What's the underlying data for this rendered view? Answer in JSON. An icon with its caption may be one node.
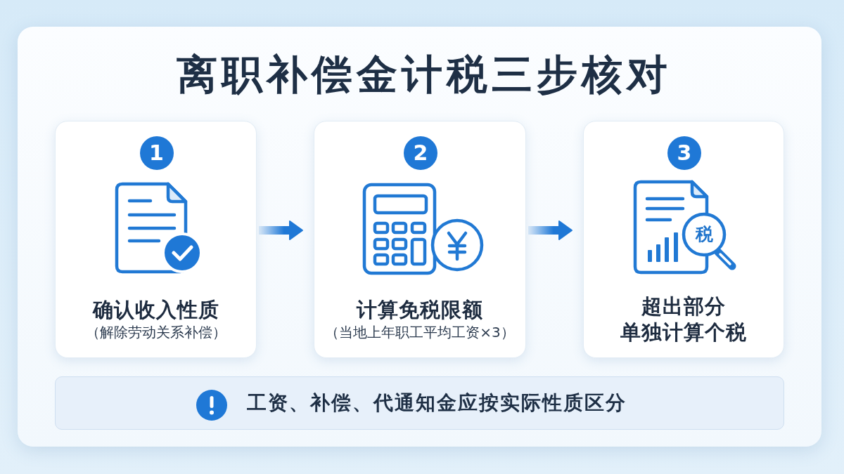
{
  "diagram": {
    "title": "离职补偿金计税三步核对",
    "nodes": [
      {
        "text": [
          "确认收入性质",
          "（解除劳动关系补偿）"
        ]
      },
      {
        "text": [
          "1"
        ],
        "in": 0
      },
      {
        "text": [
          "计算免税限额",
          "（当地上年职工平均工资×3）"
        ]
      },
      {
        "text": [
          "2"
        ],
        "in": 2
      },
      {
        "text": [
          "超出部分单独计算个税"
        ]
      },
      {
        "text": [
          "3"
        ],
        "in": 4
      },
      {
        "text": [
          "工资、补偿、代通知金应按实际性质区分"
        ]
      }
    ],
    "edges": [
      {
        "from": 0,
        "to": 2,
        "arrow": "to"
      },
      {
        "from": 2,
        "to": 4,
        "arrow": "to"
      }
    ],
    "labels": [
      "税"
    ]
  }
}
